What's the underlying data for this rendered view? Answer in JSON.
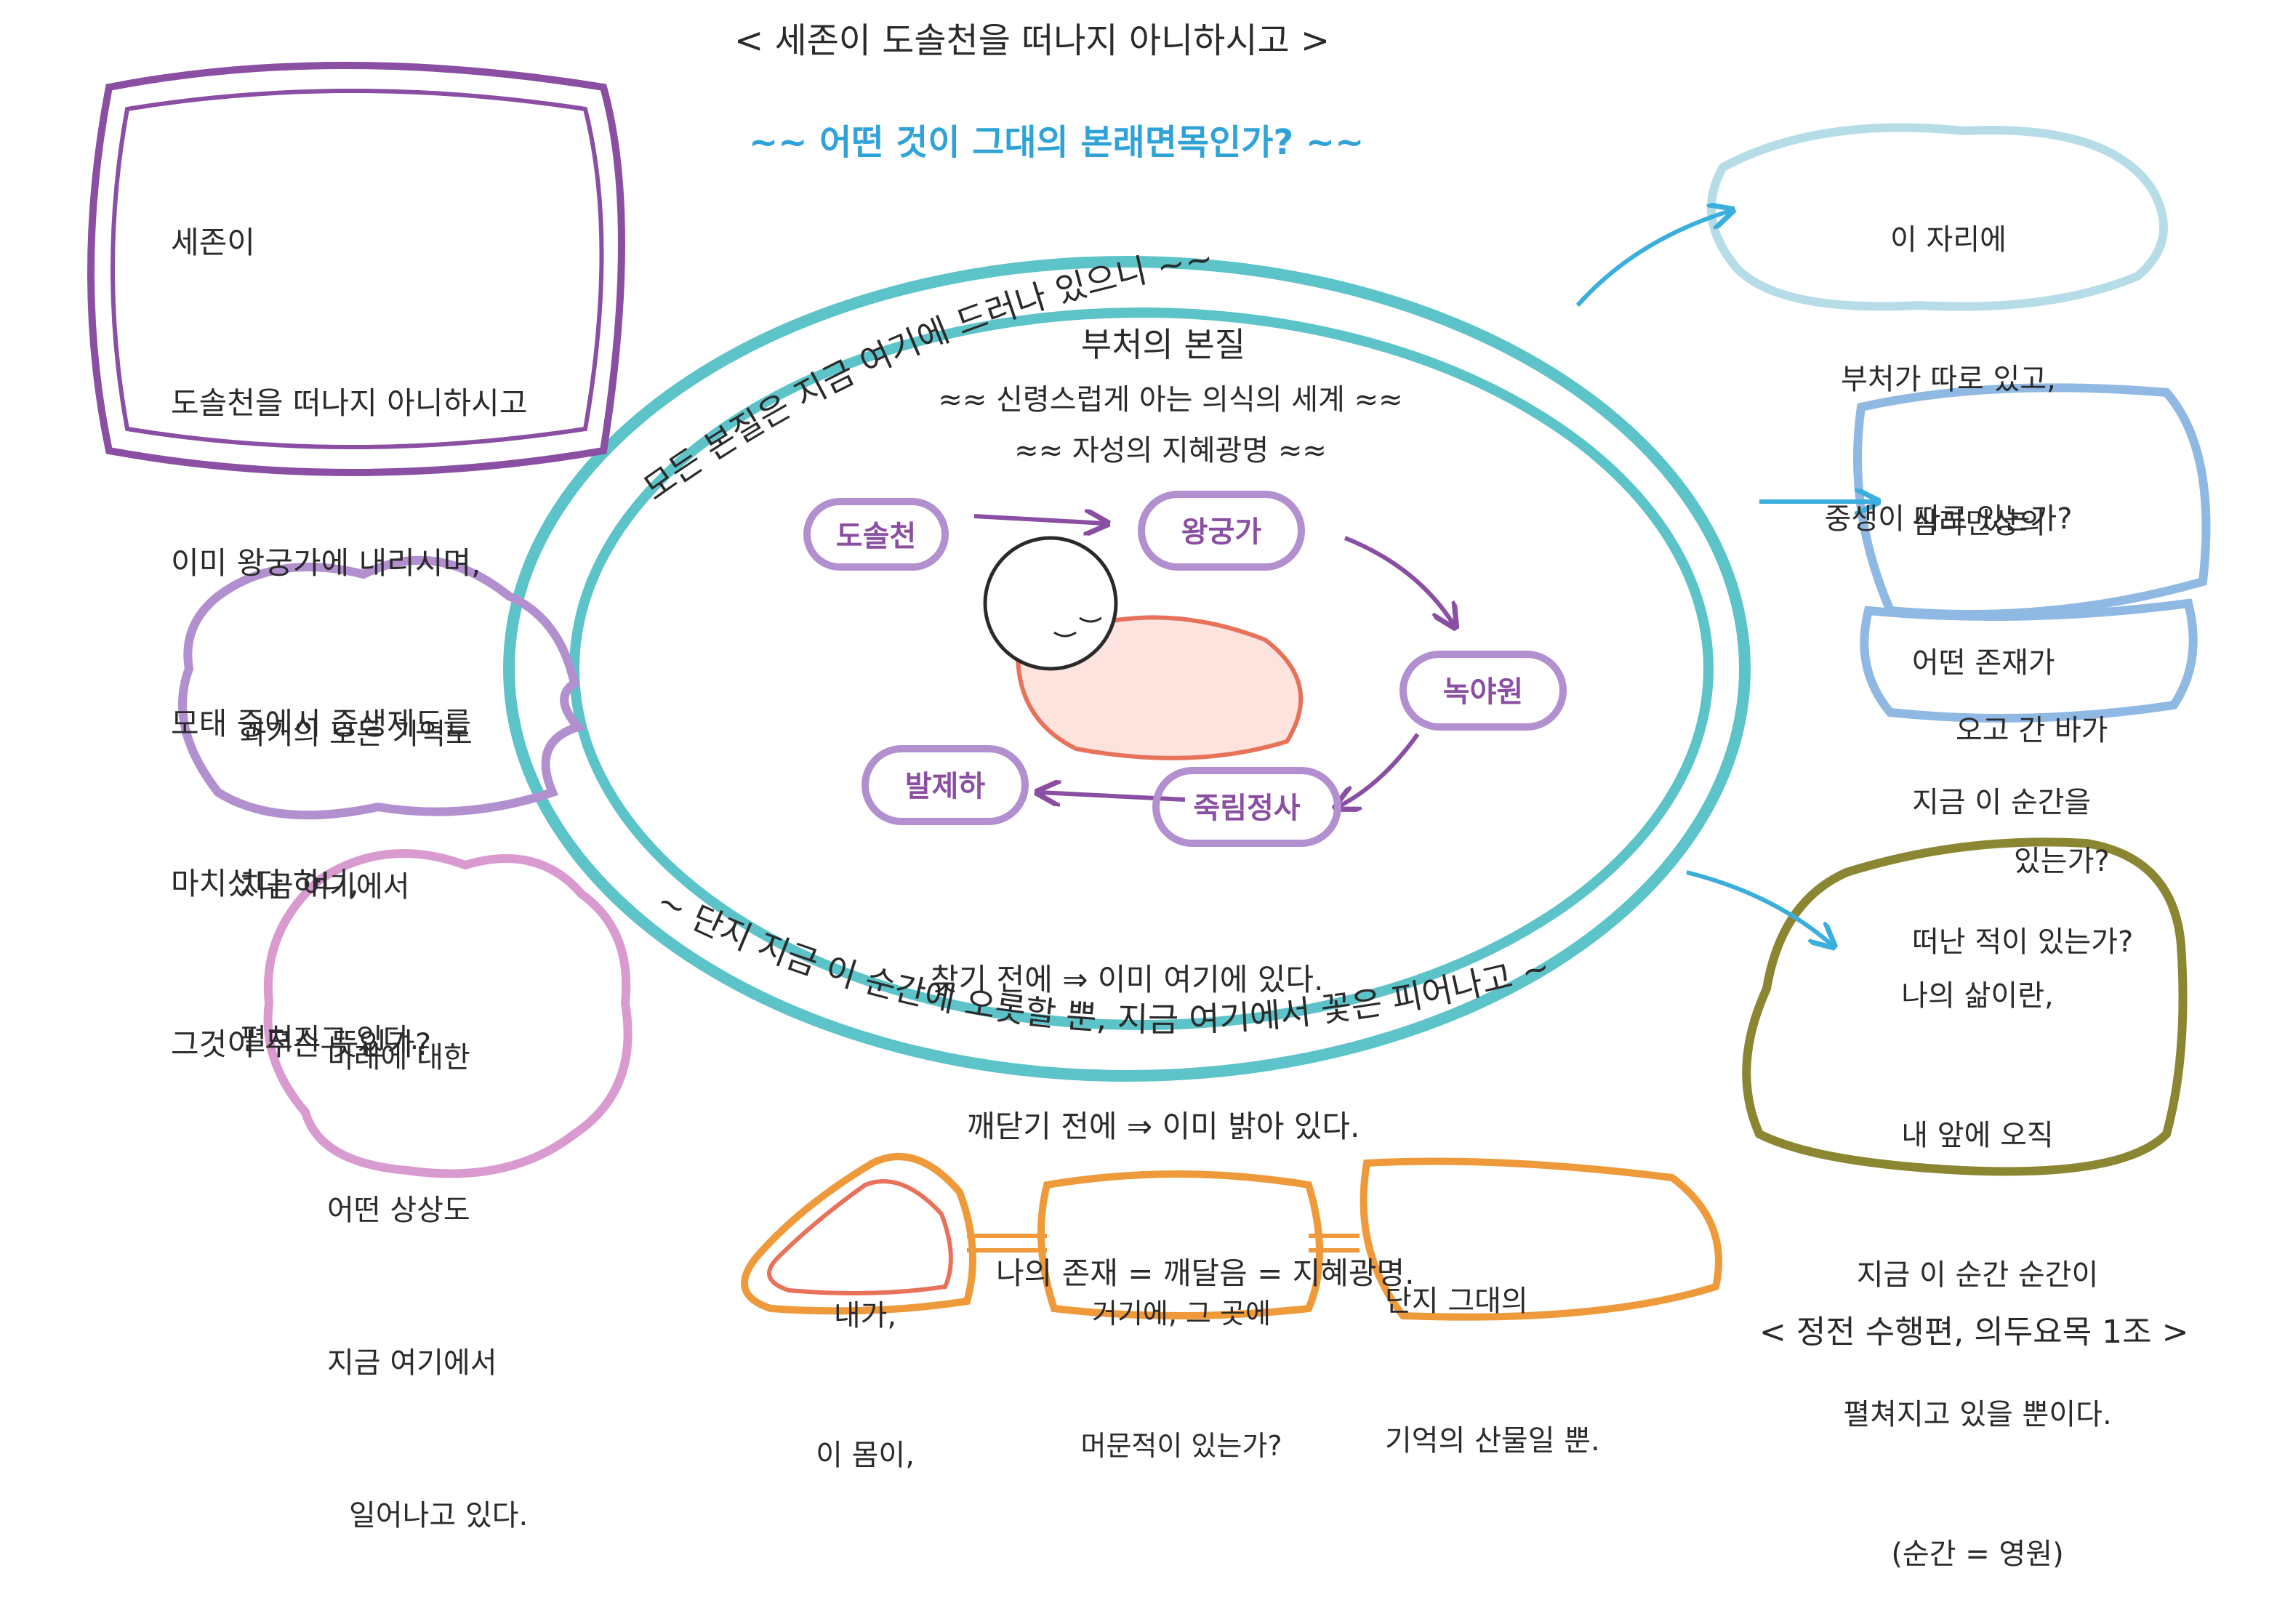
{
  "title": "< 세존이 도솔천을 떠나지 아니하시고 >",
  "subtitle": "~~ 어떤 것이 그대의 본래면목인가? ~~",
  "top_left_box": {
    "lines": [
      "세존이",
      "도솔천을 떠나지 아니하시고",
      "이미 왕궁가에 내리시며,",
      "모태 중에서 중생제도를",
      "마치셨다 하니,",
      "그것이 무슨 뜻인가?"
    ]
  },
  "outer_arc_top": "모든 본질은 지금 여기에 드러나 있으니 ~~",
  "outer_arc_bottom": "~ 단지 지금 이 순간에 오롯할 뿐, 지금 여기에서 꽃은 피어나고 ~",
  "inner": {
    "heading": "부처의 본질",
    "line1": "≈≈ 신령스럽게 아는 의식의 세계 ≈≈",
    "line2": "≈≈ 자성의 지혜광명 ≈≈",
    "cycle": [
      "도솔천",
      "왕궁가",
      "녹야원",
      "죽림정사",
      "발제하"
    ],
    "statements": [
      "찾기 전에 ⇒ 이미 여기에 있다.",
      "깨닫기 전에 ⇒ 이미 밝아 있다.",
      "나의 존재 = 깨달음 = 지혜광명."
    ]
  },
  "left_mid_bubble": [
    "과거의 모든 기억도",
    "지금 여기에서",
    "펼쳐지고 있다."
  ],
  "left_bottom_bubble": [
    "미래에 대한",
    "어떤 상상도",
    "지금 여기에서",
    "일어나고 있다."
  ],
  "right_top_bubble": [
    "이 자리에",
    "부처가 따로 있고,",
    "중생이 따로 있는가?"
  ],
  "right_mid_box": {
    "upper": [
      "삼라만상의",
      "어떤 존재가",
      "지금 이 순간을",
      "떠난 적이 있는가?"
    ],
    "lower": [
      "오고 간 바가",
      "있는가?"
    ]
  },
  "right_bottom_blob": [
    "나의 삶이란,",
    "내 앞에 오직",
    "지금 이 순간 순간이",
    "펼쳐지고 있을 뿐이다.",
    "(순간 = 영원)"
  ],
  "bottom_chain": [
    [
      "내가,",
      "이 몸이,"
    ],
    [
      "거기에, 그 곳에",
      "머문적이 있는가?"
    ],
    [
      "단지 그대의",
      "기억의 산물일 뿐."
    ]
  ],
  "source": "< 정전 수행편, 의두요목 1조 >",
  "colors": {
    "teal": "#5cc3c9",
    "blue_arrow": "#3aaedc",
    "subtitle_blue": "#2fa3d8",
    "purple": "#8a4ea3",
    "lavender": "#b28fcf",
    "pink": "#d99ad0",
    "light_blue": "#b6dde7",
    "periwinkle": "#8fb8e2",
    "olive": "#8b8631",
    "orange": "#ef9a3a",
    "coral": "#e8715a",
    "ink": "#2a2a2a"
  }
}
